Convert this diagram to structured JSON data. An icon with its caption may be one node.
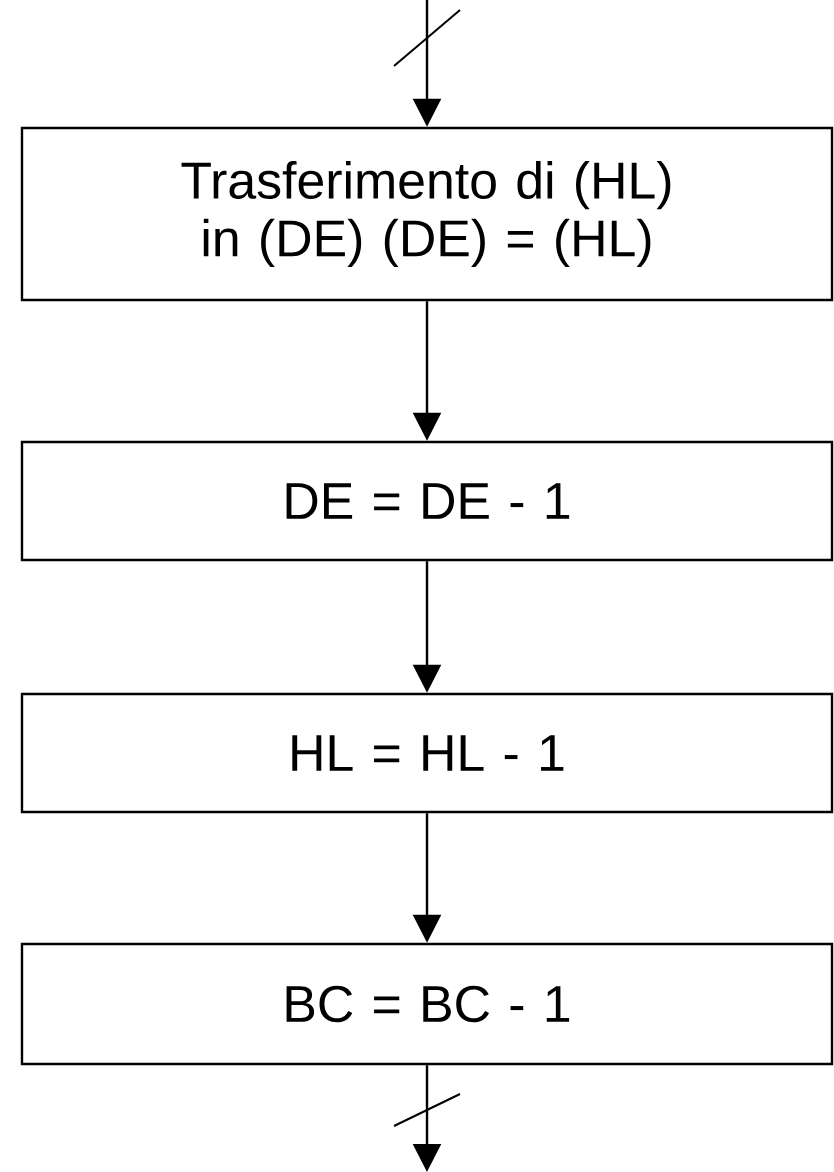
{
  "diagram": {
    "nodes": [
      {
        "text": [
          "Trasferimento di (HL) in (DE) (DE) = (HL)"
        ]
      },
      {
        "text": [
          "DE = DE - 1"
        ]
      },
      {
        "text": [
          "HL = HL - 1"
        ]
      },
      {
        "text": [
          "BC = BC - 1"
        ]
      }
    ],
    "edges": [
      {
        "from": null,
        "to": 0,
        "arrow": "to"
      },
      {
        "from": 0,
        "to": 1,
        "arrow": "to"
      },
      {
        "from": 1,
        "to": 2,
        "arrow": "to"
      },
      {
        "from": 2,
        "to": 3,
        "arrow": "to"
      },
      {
        "from": 3,
        "to": null,
        "arrow": "to"
      }
    ]
  }
}
